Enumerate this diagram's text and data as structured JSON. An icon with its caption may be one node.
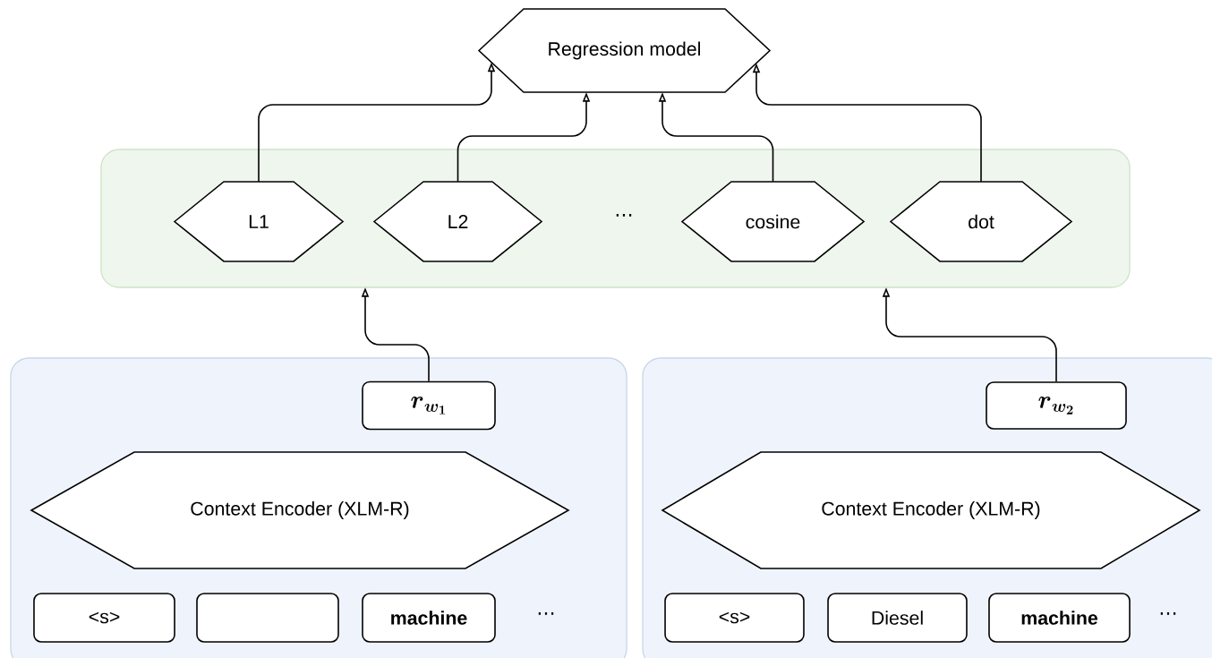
{
  "diagram": {
    "nodes": [
      {
        "text": [
          "Regression model"
        ]
      },
      {
        "text": [],
        "shape": "box"
      },
      {
        "text": [
          "L1"
        ],
        "in": 1
      },
      {
        "text": [
          "L2"
        ],
        "in": 1
      },
      {
        "text": [
          "cosine"
        ],
        "in": 1
      },
      {
        "text": [
          "dot"
        ],
        "in": 1
      },
      {
        "text": [],
        "shape": "box"
      },
      {
        "text": [
          "\\boldsymbol{r}_{\\boldsymbol{w_1}}"
        ],
        "in": 6
      },
      {
        "text": [
          "Context Encoder (XLM-R)"
        ],
        "in": 6
      },
      {
        "text": [
          "<s>"
        ],
        "in": 6
      },
      {
        "text": [],
        "shape": "box",
        "in": 6
      },
      {
        "text": [
          "machine"
        ],
        "in": 6
      },
      {
        "text": [],
        "shape": "box"
      },
      {
        "text": [
          "\\boldsymbol{r}_{\\boldsymbol{w_2}}"
        ],
        "in": 12
      },
      {
        "text": [
          "Context Encoder (XLM-R)"
        ],
        "in": 12
      },
      {
        "text": [
          "<s>"
        ],
        "in": 12
      },
      {
        "text": [
          "Diesel"
        ],
        "in": 12
      },
      {
        "text": [
          "machine"
        ],
        "in": 12
      }
    ],
    "edges": [
      {
        "from": 2,
        "to": 0,
        "arrow": "to"
      },
      {
        "from": 3,
        "to": 0,
        "arrow": "to"
      },
      {
        "from": 4,
        "to": 0,
        "arrow": "to"
      },
      {
        "from": 5,
        "to": 0,
        "arrow": "to"
      },
      {
        "from": 7,
        "to": 1,
        "arrow": "to"
      },
      {
        "from": 13,
        "to": 1,
        "arrow": "to"
      }
    ],
    "labels": [
      "⋯",
      "⋯",
      "⋯"
    ]
  }
}
